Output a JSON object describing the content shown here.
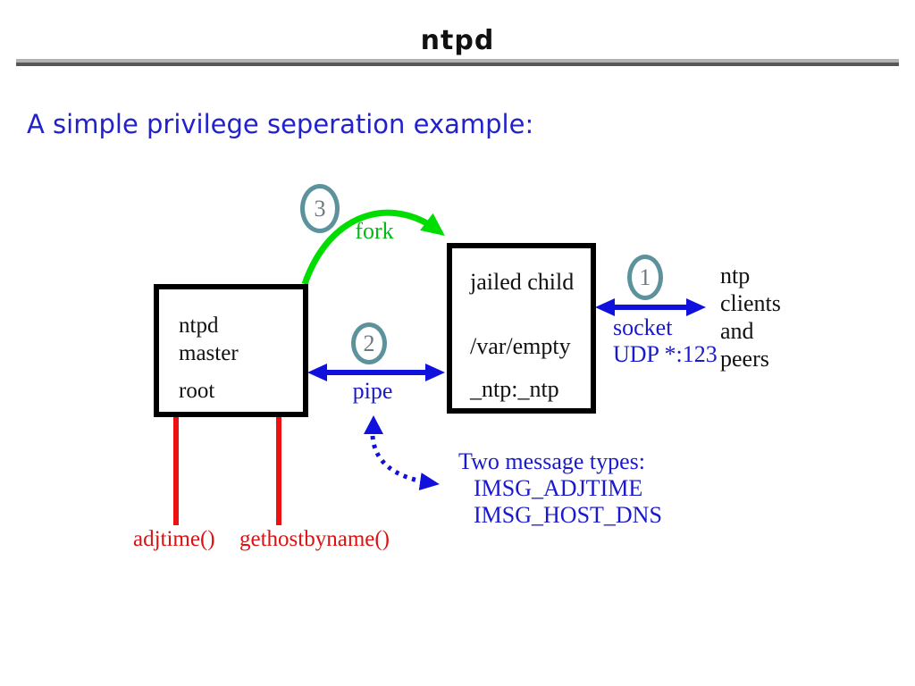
{
  "page": {
    "title": "ntpd",
    "subtitle": "A simple privilege seperation example:"
  },
  "colors": {
    "heading_blue": "#2222cc",
    "diagram_text_blue": "#1a1acc",
    "arrow_blue": "#1111dd",
    "arrow_green": "#00dd00",
    "fork_text_green": "#00bb11",
    "syscall_red": "#ee1111",
    "badge_ring_teal": "#5c929c",
    "rule_light_gray": "#b2b2b2",
    "rule_dark_gray": "#575757"
  },
  "diagram": {
    "master_box": {
      "line1": "ntpd",
      "line2": "master",
      "line3": "root"
    },
    "child_box": {
      "line1": "jailed child",
      "line2": "/var/empty",
      "line3": "_ntp:_ntp"
    },
    "badges": {
      "socket": "1",
      "pipe": "2",
      "fork": "3"
    },
    "fork_label": "fork",
    "pipe_label": "pipe",
    "socket_label": {
      "line1": "socket",
      "line2": "UDP *:123"
    },
    "clients": {
      "line1": "ntp",
      "line2": "clients",
      "line3": "and",
      "line4": "peers"
    },
    "messages": {
      "title": "Two message types:",
      "item1": "IMSG_ADJTIME",
      "item2": "IMSG_HOST_DNS"
    },
    "syscalls": {
      "left": "adjtime()",
      "right": "gethostbyname()"
    }
  }
}
